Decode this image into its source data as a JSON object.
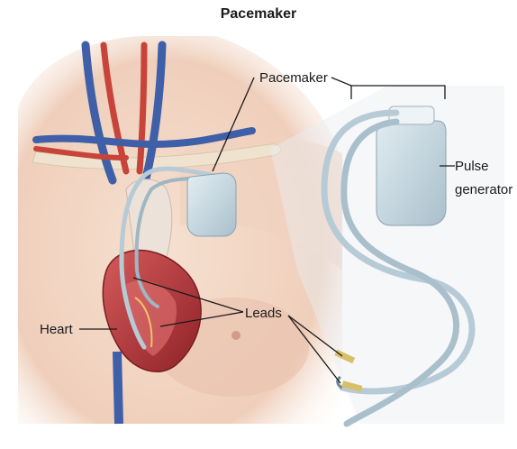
{
  "title": "Pacemaker",
  "labels": {
    "pacemaker": "Pacemaker",
    "pulse_generator_line1": "Pulse",
    "pulse_generator_line2": "generator",
    "leads": "Leads",
    "heart": "Heart"
  },
  "colors": {
    "skin": "#f3d9c8",
    "skin_shadow": "#e6bfa8",
    "device": "#c9dbe4",
    "lead_wire": "#b7cbd6",
    "vein_blue": "#3f5fa8",
    "artery_red": "#c8443a",
    "heart_red": "#b8333a",
    "leader_line": "#1a1a1a"
  }
}
